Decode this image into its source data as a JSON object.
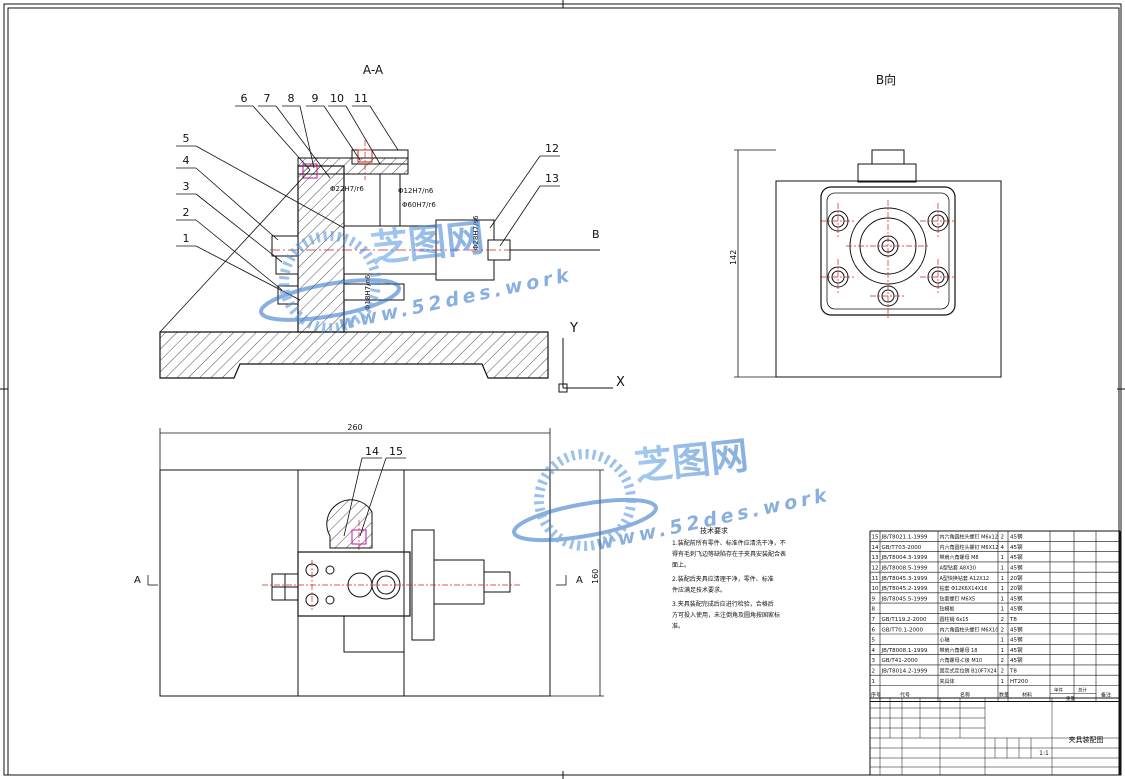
{
  "section_label": "A-A",
  "view_b_label": "B向",
  "section_arrow_b": "B",
  "section_arrow_a_left": "A",
  "section_arrow_a_right": "A",
  "axis_labels": {
    "y": "Y",
    "x": "X"
  },
  "dim_width": "260",
  "dim_height_plan": "160",
  "dim_height_b": "142",
  "balloons_top": [
    "6",
    "7",
    "8",
    "9",
    "10",
    "11"
  ],
  "balloons_left": [
    "5",
    "4",
    "3",
    "2",
    "1"
  ],
  "balloons_right": [
    "12",
    "13"
  ],
  "balloons_plan": [
    "14",
    "15"
  ],
  "fits": [
    "Φ22H7/r6",
    "Φ12H7/n6",
    "Φ60H7/r6",
    "Φ28H7/s6",
    "Φ18H7/n6"
  ],
  "watermark": {
    "brand": "芝图网",
    "url": "www.52des.work"
  },
  "tech_req": {
    "title": "技术要求",
    "lines": [
      "1.装配前所有零件、标准件应清洗干净，不",
      "得有毛刺飞边等缺陷存在于夹具安装配合表",
      "面上。",
      "2.装配后夹具应清理干净，零件、标准",
      "件应满足技术要求。",
      "3.夹具装配完成后应进行检验，合格后",
      "方可投入使用，未注倒角及圆角按国家标",
      "准。"
    ]
  },
  "bom": [
    {
      "no": "15",
      "std": "JB/T8021.1-1999",
      "name": "内六角圆柱头螺钉 M6x12",
      "qty": "2",
      "mat": "45钢"
    },
    {
      "no": "14",
      "std": "GB/T703-2000",
      "name": "内六角圆柱头螺钉 M6X12",
      "qty": "4",
      "mat": "45钢"
    },
    {
      "no": "13",
      "std": "JB/T8004.3-1999",
      "name": "带肩六角螺母 M8",
      "qty": "1",
      "mat": "45钢"
    },
    {
      "no": "12",
      "std": "JB/T8008.5-1999",
      "name": "A型钻套 A8X30",
      "qty": "1",
      "mat": "45钢"
    },
    {
      "no": "11",
      "std": "JB/T8045.3-1999",
      "name": "A型快换钻套 A12X12",
      "qty": "1",
      "mat": "20钢"
    },
    {
      "no": "10",
      "std": "JB/T8045.2-1999",
      "name": "钻套 Φ12K6X14X16",
      "qty": "1",
      "mat": "20钢"
    },
    {
      "no": "9",
      "std": "JB/T8045.5-1999",
      "name": "钻套螺钉 M6X5",
      "qty": "1",
      "mat": "45钢"
    },
    {
      "no": "8",
      "std": "",
      "name": "钻模板",
      "qty": "1",
      "mat": "45钢"
    },
    {
      "no": "7",
      "std": "GB/T119.2-2000",
      "name": "圆柱销 6x15",
      "qty": "2",
      "mat": "T8"
    },
    {
      "no": "6",
      "std": "GB/T70.1-2000",
      "name": "内六角圆柱头螺钉 M6X10",
      "qty": "2",
      "mat": "45钢"
    },
    {
      "no": "5",
      "std": "",
      "name": "心轴",
      "qty": "1",
      "mat": "45钢"
    },
    {
      "no": "4",
      "std": "JB/T8008.1-1999",
      "name": "带肩六角螺母 18",
      "qty": "1",
      "mat": "45钢"
    },
    {
      "no": "3",
      "std": "GB/T41-2000",
      "name": "六角螺母-C级 M10",
      "qty": "2",
      "mat": "45钢"
    },
    {
      "no": "2",
      "std": "JB/T8014.2-1999",
      "name": "固定式定位销 B10F7X24",
      "qty": "2",
      "mat": "T8"
    },
    {
      "no": "1",
      "std": "",
      "name": "夹具体",
      "qty": "1",
      "mat": "HT200"
    }
  ],
  "bom_header": {
    "no": "序号",
    "std": "代号",
    "name": "名称",
    "qty": "数量",
    "mat": "材料",
    "w1": "单件",
    "w2": "总计",
    "weight": "重量",
    "remark": "备注"
  },
  "title_block": {
    "drawing_name": "夹具装配图",
    "scale": "1:1"
  }
}
